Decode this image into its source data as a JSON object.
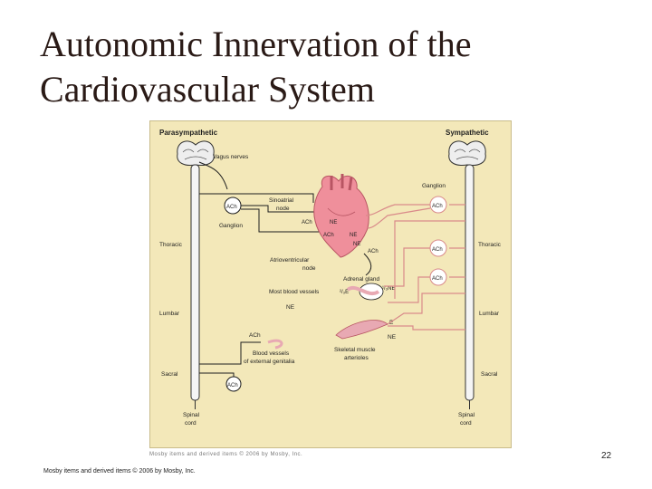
{
  "slide": {
    "title_line1": "Autonomic Innervation of the",
    "title_line2": "Cardiovascular System",
    "figure_credit": "Mosby items and derived items © 2006 by Mosby, Inc.",
    "footer": "Mosby items and derived items © 2006 by Mosby, Inc.",
    "page_number": "22"
  },
  "diagram": {
    "headers": {
      "parasympathetic": "Parasympathetic",
      "sympathetic": "Sympathetic"
    },
    "left_column": {
      "vagus": "Vagus nerves",
      "ach1": "ACh",
      "ganglion": "Ganglion",
      "thoracic": "Thoracic",
      "lumbar": "Lumbar",
      "sacral": "Sacral",
      "ach_sacral": "ACh",
      "ach_genital": "ACh",
      "genital_line1": "Blood vessels",
      "genital_line2": "of external genitalia",
      "spinal_line1": "Spinal",
      "spinal_line2": "cord"
    },
    "center": {
      "sa_line1": "Sinoatrial",
      "sa_line2": "node",
      "ach_sa": "ACh",
      "ne_heart1": "NE",
      "ach_heart": "ACh",
      "ne_heart2": "NE",
      "ne_heart3": "NE",
      "av_line1": "Atrioventricular",
      "av_line2": "node",
      "ach_adrenal": "ACh",
      "adrenal": "Adrenal gland",
      "most_vessels": "Most blood vessels",
      "two_thirds_e": "²/₃E",
      "one_third_ne": "¹/₃NE",
      "ne_vessels": "NE",
      "e_muscle": "E",
      "ne_muscle": "NE",
      "skel_line1": "Skeletal muscle",
      "skel_line2": "arterioles"
    },
    "right_column": {
      "ganglion": "Ganglion",
      "ach1": "ACh",
      "ach2": "ACh",
      "ach3": "ACh",
      "thoracic": "Thoracic",
      "lumbar": "Lumbar",
      "sacral": "Sacral",
      "spinal_line1": "Spinal",
      "spinal_line2": "cord"
    },
    "colors": {
      "background": "#f3e8b9",
      "nerve_red": "#d98a8a",
      "nerve_black": "#1e1e1e",
      "heart": "#ef8f9b",
      "vessel_pink": "#e8a9b3"
    }
  }
}
